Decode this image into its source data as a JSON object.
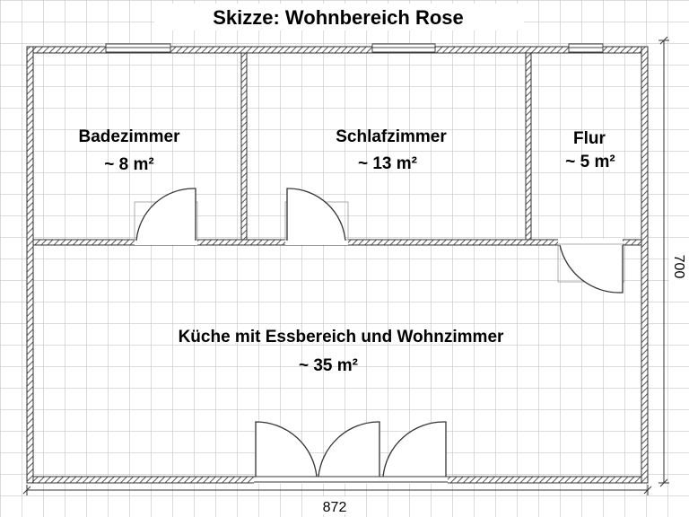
{
  "title": "Skizze: Wohnbereich Rose",
  "rooms": [
    {
      "name": "Badezimmer",
      "area": "~ 8 m²"
    },
    {
      "name": "Schlafzimmer",
      "area": "~ 13 m²"
    },
    {
      "name": "Flur",
      "area": "~ 5 m²"
    },
    {
      "name": "Küche mit Essbereich und Wohnzimmer",
      "area": "~ 35 m²"
    }
  ],
  "dimensions": {
    "width": "872",
    "height": "700"
  }
}
